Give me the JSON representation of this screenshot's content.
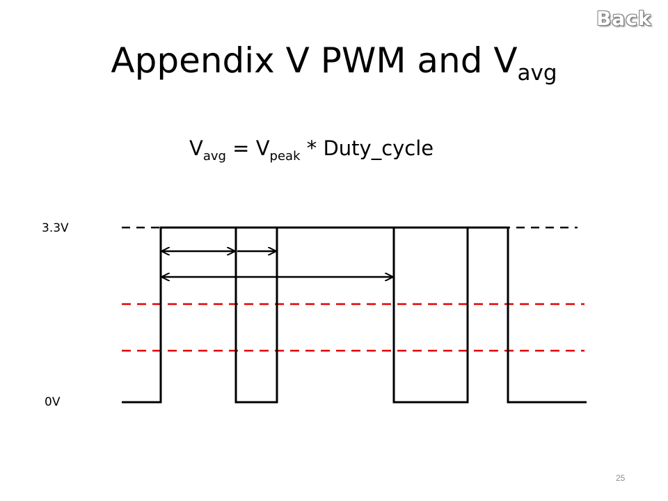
{
  "back_button": {
    "label": "Back"
  },
  "title": {
    "main": "Appendix V PWM and V",
    "subscript": "avg"
  },
  "formula": {
    "v1": "V",
    "v1_sub": "avg",
    "eq": " = ",
    "v2": "V",
    "v2_sub": "peak",
    "rest": " * Duty_cycle"
  },
  "levels": {
    "high": "3.3V",
    "low": "0V"
  },
  "colors": {
    "signal": "#000000",
    "average_lines": "#e00000",
    "back_fill": "#ffffff",
    "back_outline": "#7f7f7f"
  },
  "page_number": "25"
}
